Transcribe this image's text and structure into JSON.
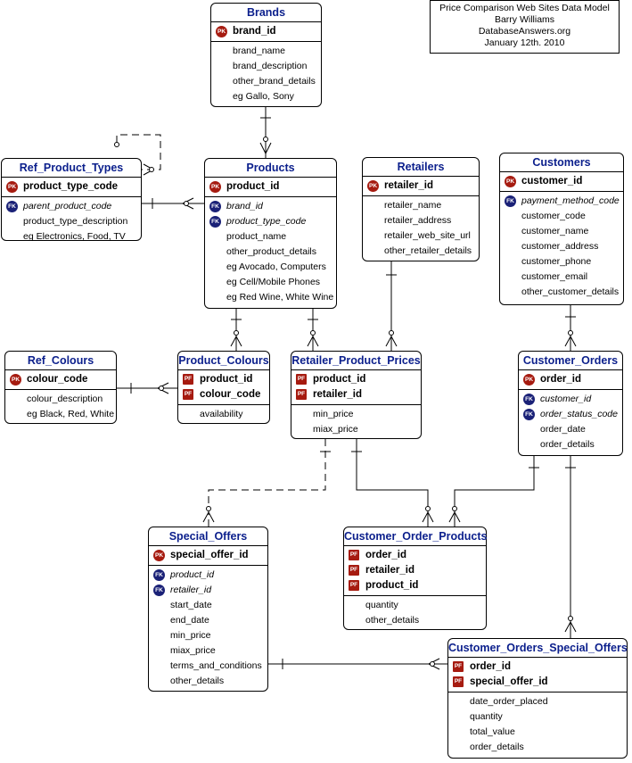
{
  "info": {
    "title": "Price Comparison Web Sites Data Model",
    "author": "Barry Williams",
    "site": "DatabaseAnswers.org",
    "date": "January 12th. 2010"
  },
  "entities": {
    "brands": {
      "title": "Brands",
      "pk": [
        "brand_id"
      ],
      "attrs": [
        "brand_name",
        "brand_description",
        "other_brand_details",
        "eg Gallo, Sony"
      ]
    },
    "ref_product_types": {
      "title": "Ref_Product_Types",
      "pk": [
        "product_type_code"
      ],
      "attrs": [
        "parent_product_code",
        "product_type_description",
        "eg Electronics, Food, TV"
      ]
    },
    "products": {
      "title": "Products",
      "pk": [
        "product_id"
      ],
      "attrs": [
        "brand_id",
        "product_type_code",
        "product_name",
        "other_product_details",
        "eg Avocado, Computers",
        "eg Cell/Mobile Phones",
        "eg Red Wine, White Wine"
      ]
    },
    "retailers": {
      "title": "Retailers",
      "pk": [
        "retailer_id"
      ],
      "attrs": [
        "retailer_name",
        "retailer_address",
        "retailer_web_site_url",
        "other_retailer_details"
      ]
    },
    "customers": {
      "title": "Customers",
      "pk": [
        "customer_id"
      ],
      "attrs": [
        "payment_method_code",
        "customer_code",
        "customer_name",
        "customer_address",
        "customer_phone",
        "customer_email",
        "other_customer_details"
      ]
    },
    "ref_colours": {
      "title": "Ref_Colours",
      "pk": [
        "colour_code"
      ],
      "attrs": [
        "colour_description",
        "eg Black, Red, White"
      ]
    },
    "product_colours": {
      "title": "Product_Colours",
      "pk": [
        "product_id",
        "colour_code"
      ],
      "attrs": [
        "availability"
      ]
    },
    "retailer_product_prices": {
      "title": "Retailer_Product_Prices",
      "pk": [
        "product_id",
        "retailer_id"
      ],
      "attrs": [
        "min_price",
        "miax_price"
      ]
    },
    "customer_orders": {
      "title": "Customer_Orders",
      "pk": [
        "order_id"
      ],
      "attrs": [
        "customer_id",
        "order_status_code",
        "order_date",
        "order_details"
      ]
    },
    "special_offers": {
      "title": "Special_Offers",
      "pk": [
        "special_offer_id"
      ],
      "attrs": [
        "product_id",
        "retailer_id",
        "start_date",
        "end_date",
        "min_price",
        "miax_price",
        "terms_and_conditions",
        "other_details"
      ]
    },
    "customer_order_products": {
      "title": "Customer_Order_Products",
      "pk": [
        "order_id",
        "retailer_id",
        "product_id"
      ],
      "attrs": [
        "quantity",
        "other_details"
      ]
    },
    "customer_orders_special_offers": {
      "title": "Customer_Orders_Special_Offers",
      "pk": [
        "order_id",
        "special_offer_id"
      ],
      "attrs": [
        "date_order_placed",
        "quantity",
        "total_value",
        "order_details"
      ]
    }
  },
  "badges": {
    "pk": "PK",
    "fk": "FK",
    "pf": "PF"
  }
}
